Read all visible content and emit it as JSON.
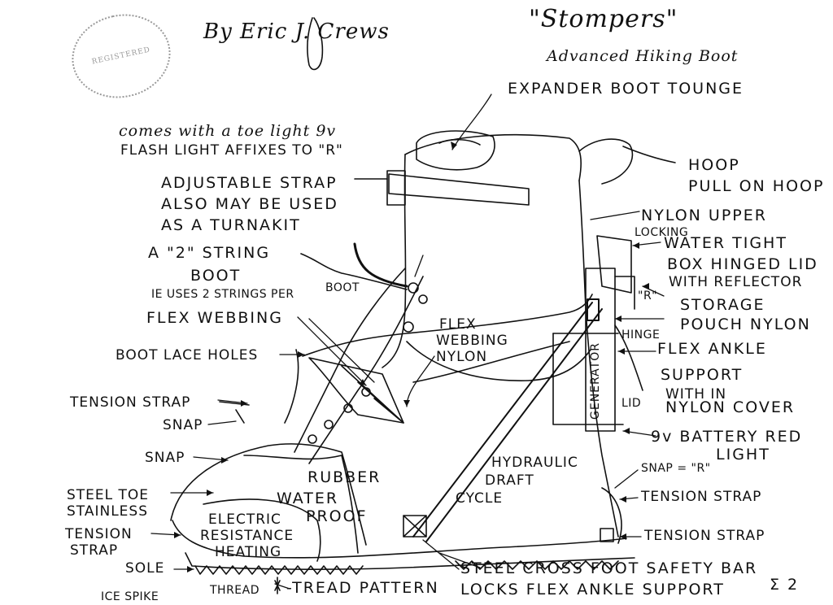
{
  "header": {
    "author": "By Eric J. Crews",
    "title": "\"Stompers\"",
    "subtitle": "Advanced Hiking Boot"
  },
  "stamp_text": "REGISTERED",
  "notes": {
    "toe_light_1": "comes with a toe light 9v",
    "toe_light_2": "FLASH LIGHT AFFIXES TO \"R\""
  },
  "labels": {
    "expander": "EXPANDER BOOT TOUNGE",
    "hoop": "HOOP",
    "pull_on_hoop": "PULL ON HOOP",
    "strap_1": "ADJUSTABLE STRAP",
    "strap_2": "ALSO MAY BE USED",
    "strap_3": "AS A TURNAKIT",
    "nylon_upper": "NYLON UPPER",
    "locking": "LOCKING",
    "water_tight": "WATER TIGHT",
    "box_lid": "BOX HINGED LID",
    "reflector": "WITH REFLECTOR",
    "r_mark": "\"R\"",
    "storage": "STORAGE",
    "pouch": "POUCH NYLON",
    "hinge": "HINGE",
    "string_boot_1": "A \"2\" STRING",
    "string_boot_2": "BOOT",
    "string_boot_3": "IE USES 2 STRINGS PER",
    "string_boot_4": "BOOT",
    "flex_webbing": "FLEX WEBBING",
    "flex_webbing_nylon_1": "FLEX",
    "flex_webbing_nylon_2": "WEBBING",
    "flex_webbing_nylon_3": "NYLON",
    "boot_lace_holes": "BOOT LACE HOLES",
    "flex_ankle": "FLEX ANKLE",
    "support_1": "SUPPORT",
    "support_2": "WITH IN",
    "support_3": "NYLON COVER",
    "generator": "GENERATOR",
    "lid": "LID",
    "tension_strap_left": "TENSION STRAP",
    "snap_1": "SNAP",
    "snap_2": "SNAP",
    "battery_1": "9v BATTERY RED",
    "battery_2": "LIGHT",
    "rubber_1": "RUBBER",
    "rubber_2": "WATER",
    "rubber_3": "PROOF",
    "hydraulic_1": "HYDRAULIC",
    "hydraulic_2": "DRAFT",
    "hydraulic_3": "CYCLE",
    "snap_r": "SNAP = \"R\"",
    "tension_strap_r1": "TENSION STRAP",
    "tension_strap_r2": "TENSION STRAP",
    "steel_toe_1": "STEEL TOE",
    "steel_toe_2": "STAINLESS",
    "electric_1": "ELECTRIC",
    "electric_2": "RESISTANCE",
    "electric_3": "HEATING",
    "tension_1": "TENSION",
    "tension_2": "STRAP",
    "sole": "SOLE",
    "ice_spike": "ICE SPIKE",
    "thread": "THREAD",
    "tread": "-TREAD PATTERN",
    "safety_bar": "STEEL CROSS FOOT SAFETY BAR",
    "locks": "LOCKS FLEX ANKLE SUPPORT",
    "sigma": "Σ 2"
  },
  "ink_color": "#111111"
}
